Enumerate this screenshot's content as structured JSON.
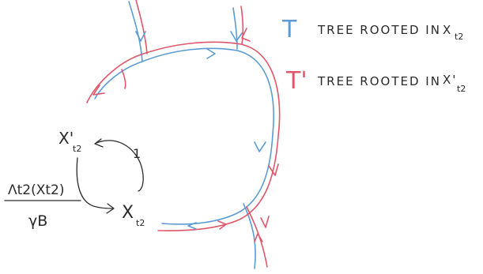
{
  "legend": {
    "t_symbol": "T",
    "t_text": "TREE ROOTED IN",
    "t_var": "X",
    "t_sub": "t2",
    "tprime_symbol": "T'",
    "tprime_text": "TREE ROOTED IN",
    "tprime_var": "X'",
    "tprime_sub": "t2"
  },
  "labels": {
    "xprime": "X'",
    "xprime_sub": "t2",
    "x": "X",
    "x_sub": "t2",
    "rate_one": "1",
    "numerator": "Λt2(Xt2)",
    "denominator": "γB"
  },
  "colors": {
    "tree_T": "#5b9bd5",
    "tree_Tprime": "#e0566a",
    "ink": "#2a2a2a"
  }
}
